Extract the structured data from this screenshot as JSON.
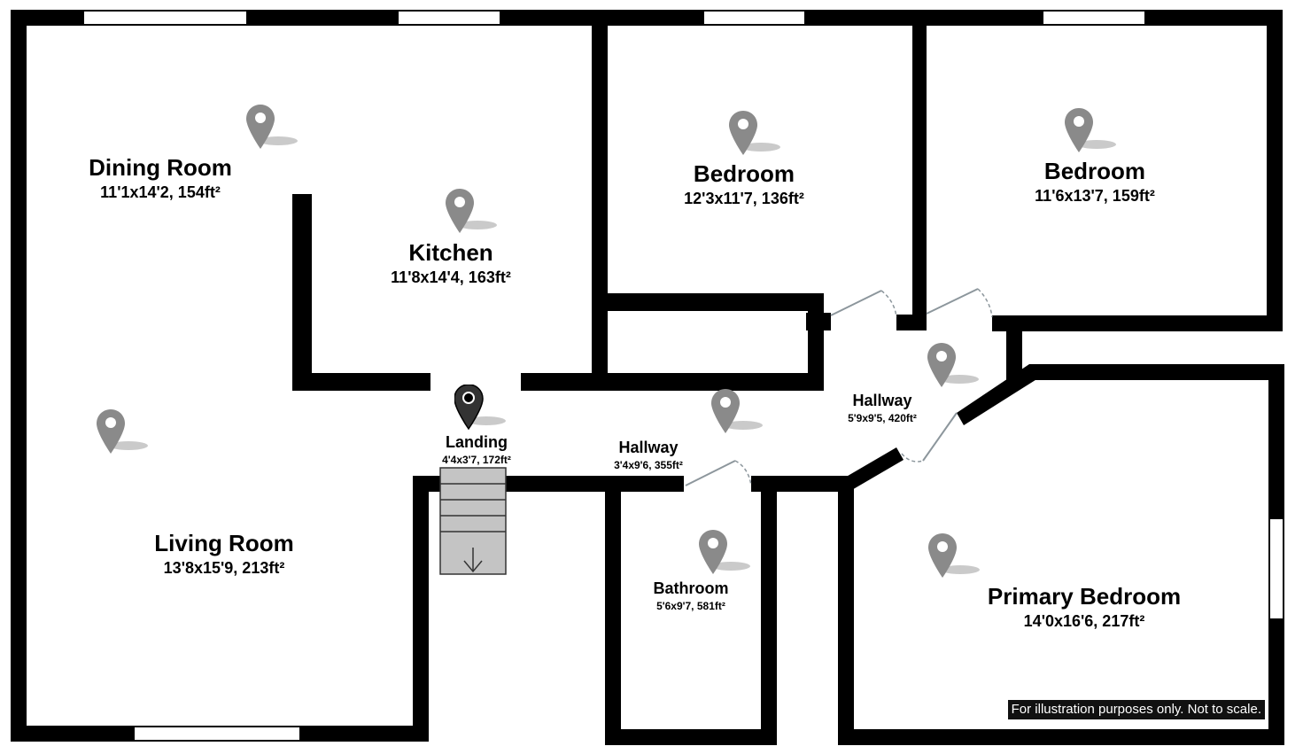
{
  "rooms": [
    {
      "name": "Dining Room",
      "dims": "11'1x14'2, 154ft²"
    },
    {
      "name": "Kitchen",
      "dims": "11'8x14'4, 163ft²"
    },
    {
      "name": "Bedroom",
      "dims": "12'3x11'7, 136ft²"
    },
    {
      "name": "Bedroom",
      "dims": "11'6x13'7, 159ft²"
    },
    {
      "name": "Living Room",
      "dims": "13'8x15'9, 213ft²"
    },
    {
      "name": "Landing",
      "dims": "4'4x3'7, 172ft²"
    },
    {
      "name": "Hallway",
      "dims": "3'4x9'6, 355ft²"
    },
    {
      "name": "Hallway",
      "dims": "5'9x9'5, 420ft²"
    },
    {
      "name": "Bathroom",
      "dims": "5'6x9'7, 581ft²"
    },
    {
      "name": "Primary Bedroom",
      "dims": "14'0x16'6, 217ft²"
    }
  ],
  "disclaimer": "For illustration purposes only. Not to scale.",
  "colors": {
    "wall": "#000000",
    "pin": "#8a8a8a",
    "active_pin": "#333333",
    "stairs": "#c4c4c4",
    "door": "#8c969c"
  },
  "icons": {
    "pin": "map-pin-icon",
    "active_pin": "active-map-pin-icon",
    "stairs_arrow": "arrow-down-icon"
  }
}
